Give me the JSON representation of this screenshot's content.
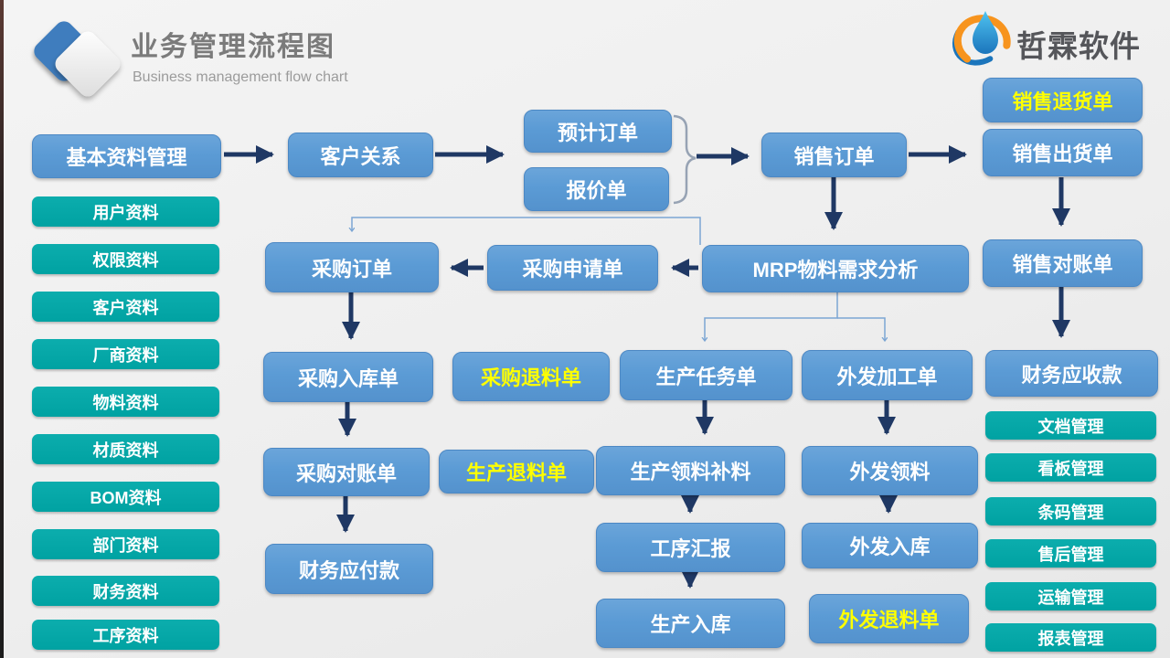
{
  "header": {
    "title": "业务管理流程图",
    "subtitle": "Business management flow chart",
    "brand_name": "哲霖软件"
  },
  "colors": {
    "box_blue": "#5b9bd5",
    "teal": "#00a2a2",
    "arrow_navy": "#1f3864",
    "thin_connector": "#7ca6d4",
    "highlight_yellow": "#ffff00",
    "title_gray": "#7b7b7b"
  },
  "flow": {
    "basic_data": "基本资料管理",
    "customer_relation": "客户关系",
    "forecast_order": "预计订单",
    "quotation": "报价单",
    "sales_order": "销售订单",
    "sales_return": "销售退货单",
    "sales_shipment": "销售出货单",
    "sales_statement": "销售对账单",
    "finance_receivable": "财务应收款",
    "mrp": "MRP物料需求分析",
    "purchase_request": "采购申请单",
    "purchase_order": "采购订单",
    "purchase_receipt": "采购入库单",
    "purchase_return": "采购退料单",
    "purchase_statement": "采购对账单",
    "finance_payable": "财务应付款",
    "production_task": "生产任务单",
    "production_return": "生产退料单",
    "production_picking": "生产领料补料",
    "process_report": "工序汇报",
    "production_receipt": "生产入库",
    "outsourcing_order": "外发加工单",
    "outsourcing_picking": "外发领料",
    "outsourcing_receipt": "外发入库",
    "outsourcing_return": "外发退料单"
  },
  "sidebar_left": {
    "items": [
      "用户资料",
      "权限资料",
      "客户资料",
      "厂商资料",
      "物料资料",
      "材质资料",
      "BOM资料",
      "部门资料",
      "财务资料",
      "工序资料"
    ]
  },
  "sidebar_right": {
    "items": [
      "文档管理",
      "看板管理",
      "条码管理",
      "售后管理",
      "运输管理",
      "报表管理"
    ]
  }
}
